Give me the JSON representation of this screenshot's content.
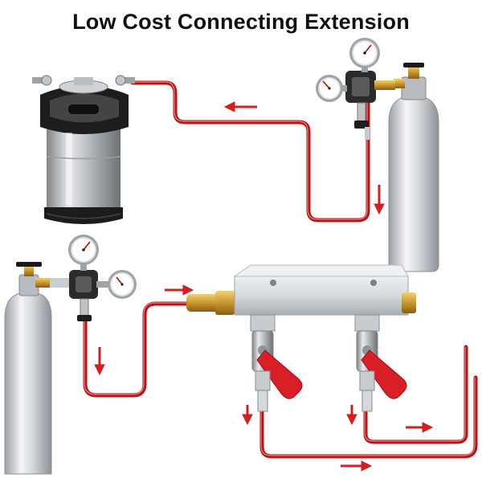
{
  "header": {
    "title": "Low Cost Connecting Extension"
  },
  "components": {
    "keg": "corny-keg",
    "co2_tank_large": "co2-cylinder-upper",
    "co2_tank_small": "co2-cylinder-lower",
    "regulator_upper": "dual-gauge-regulator",
    "regulator_lower": "dual-gauge-regulator",
    "manifold": "gas-distribution-manifold",
    "valves": [
      "ball-valve-left",
      "ball-valve-right"
    ]
  },
  "colors": {
    "hose": "#d21f1f",
    "hose_highlight": "#f26b6b",
    "arrow": "#d21f1f",
    "aluminum": "#d9dde1",
    "brass": "#c9962e",
    "valve_handle": "#d81f26",
    "gauge_face": "#ffffff",
    "text": "#111111"
  },
  "icons": {
    "flow": "red-arrow-icon"
  }
}
